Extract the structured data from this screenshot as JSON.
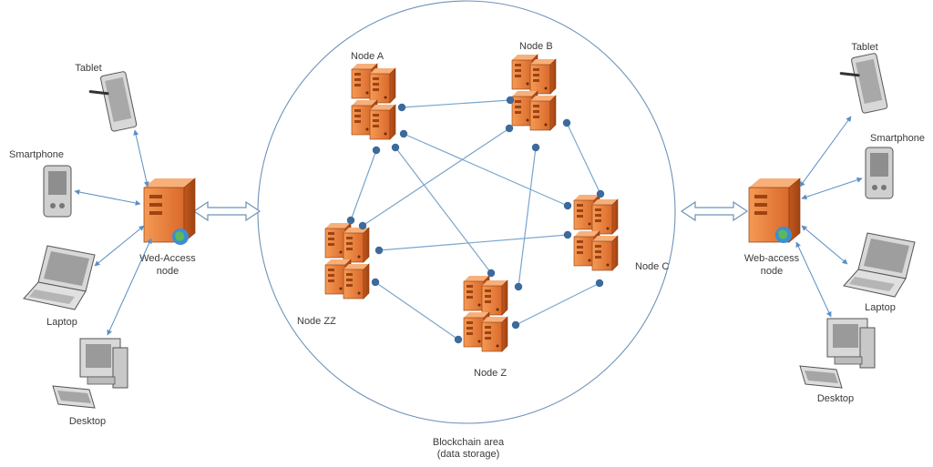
{
  "blockchain": {
    "label_line1": "Blockchain area",
    "label_line2": "(data storage)",
    "nodes": {
      "a": "Node A",
      "b": "Node B",
      "c": "Node C",
      "z": "Node Z",
      "zz": "Node ZZ"
    }
  },
  "left_access": {
    "label_line1": "Wed-Access",
    "label_line2": "node",
    "devices": {
      "tablet": "Tablet",
      "smartphone": "Smartphone",
      "laptop": "Laptop",
      "desktop": "Desktop"
    }
  },
  "right_access": {
    "label_line1": "Web-access",
    "label_line2": "node",
    "devices": {
      "tablet": "Tablet",
      "smartphone": "Smartphone",
      "laptop": "Laptop",
      "desktop": "Desktop"
    }
  },
  "colors": {
    "server_orange": "#e67e3c",
    "link_blue": "#7aa6cc",
    "dot_blue": "#3d6a9a",
    "circle_blue": "#6f93b8"
  }
}
